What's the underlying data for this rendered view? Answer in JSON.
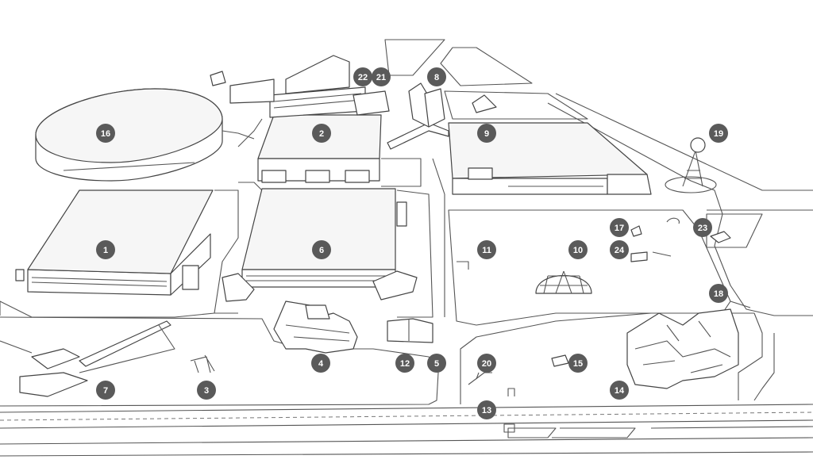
{
  "markers": [
    {
      "label": "1",
      "building": "hall-1"
    },
    {
      "label": "2",
      "building": "hall-2"
    },
    {
      "label": "3",
      "building": "sculpture-3"
    },
    {
      "label": "4",
      "building": "design-museum-4"
    },
    {
      "label": "5",
      "building": "pavilion-5"
    },
    {
      "label": "6",
      "building": "hall-6"
    },
    {
      "label": "7",
      "building": "pavilion-7"
    },
    {
      "label": "8",
      "building": "tower-8"
    },
    {
      "label": "9",
      "building": "hall-9"
    },
    {
      "label": "10",
      "building": "dome-10"
    },
    {
      "label": "11",
      "building": "meadow-11"
    },
    {
      "label": "12",
      "building": "station-12"
    },
    {
      "label": "13",
      "building": "bus-stop-13"
    },
    {
      "label": "14",
      "building": "house-cluster-14"
    },
    {
      "label": "15",
      "building": "car-15"
    },
    {
      "label": "16",
      "building": "arena-16"
    },
    {
      "label": "17",
      "building": "object-17"
    },
    {
      "label": "18",
      "building": "kiosk-18"
    },
    {
      "label": "19",
      "building": "tower-19"
    },
    {
      "label": "20",
      "building": "object-20"
    },
    {
      "label": "21",
      "building": "object-21"
    },
    {
      "label": "22",
      "building": "object-22"
    },
    {
      "label": "23",
      "building": "pavilion-23"
    },
    {
      "label": "24",
      "building": "object-24"
    }
  ],
  "colors": {
    "marker": "#5a5a5a",
    "marker_text": "#ffffff",
    "outline": "#444444",
    "background": "#ffffff"
  }
}
